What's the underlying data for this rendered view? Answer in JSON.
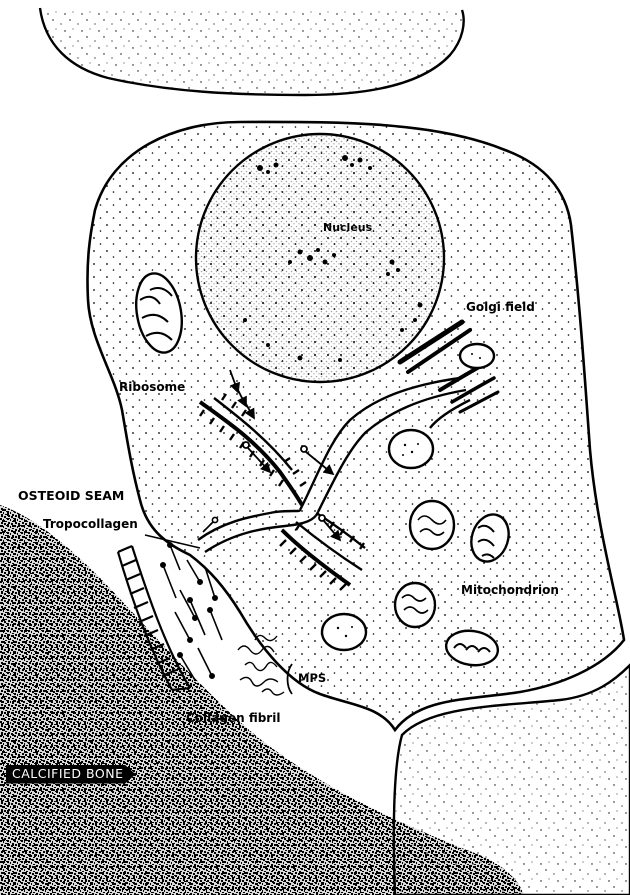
{
  "labels": {
    "nucleus": "Nucleus",
    "golgi": "Golgi field",
    "ribosome": "Ribosome",
    "osteoid_seam": "OSTEOID SEAM",
    "tropocollagen": "Tropocollagen",
    "mitochondrion": "Mitochondrion",
    "mps": "MPS",
    "collagen_fibril": "Collagen fibril",
    "calcified_bone": "CALCIFIED BONE"
  },
  "colors": {
    "ink": "#000000",
    "paper": "#ffffff"
  }
}
